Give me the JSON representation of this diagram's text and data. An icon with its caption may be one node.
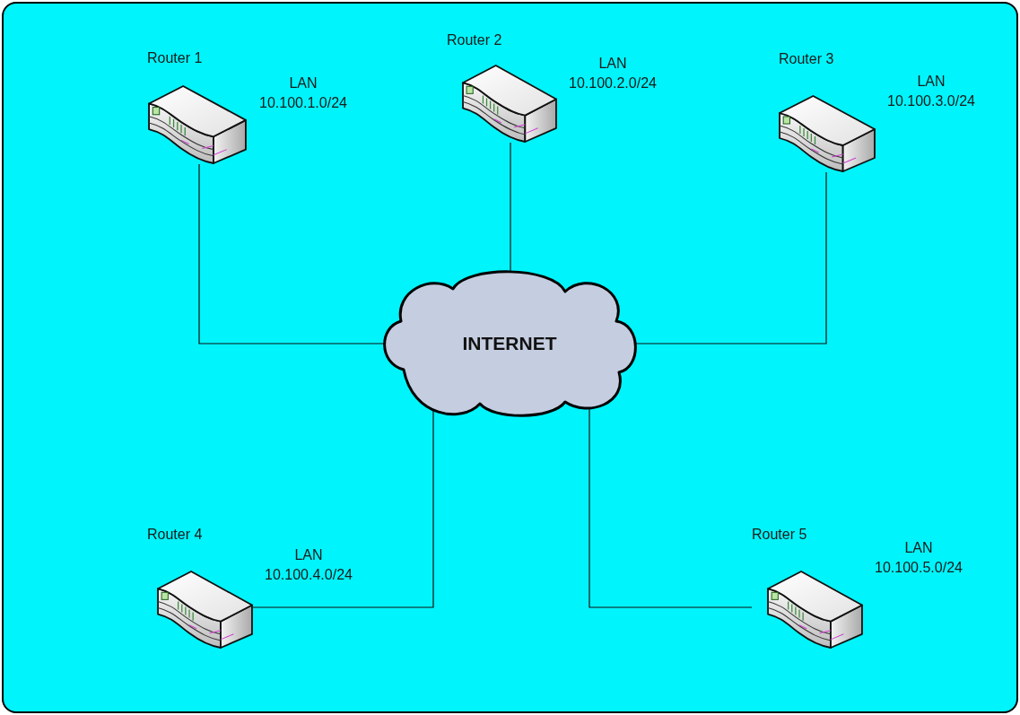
{
  "diagram": {
    "nodes": [
      {
        "text": [
          "Router 1"
        ],
        "beside": [
          "LAN 10.100.1.0/24"
        ]
      },
      {
        "text": [
          "Router 2"
        ],
        "beside": [
          "LAN 10.100.2.0/24"
        ]
      },
      {
        "text": [
          "Router 3"
        ],
        "beside": [
          "LAN 10.100.3.0/24"
        ]
      },
      {
        "text": [
          "INTERNET"
        ]
      },
      {
        "text": [
          "Router 4"
        ],
        "beside": [
          "LAN 10.100.4.0/24"
        ]
      },
      {
        "text": [
          "Router 5"
        ],
        "beside": [
          "LAN 10.100.5.0/24"
        ]
      }
    ],
    "edges": [
      {
        "from": 0,
        "to": 3,
        "arrow": "none"
      },
      {
        "from": 1,
        "to": 3,
        "arrow": "none"
      },
      {
        "from": 2,
        "to": 3,
        "arrow": "none"
      },
      {
        "from": 4,
        "to": 3,
        "arrow": "none"
      },
      {
        "from": 5,
        "to": 3,
        "arrow": "none"
      }
    ]
  }
}
